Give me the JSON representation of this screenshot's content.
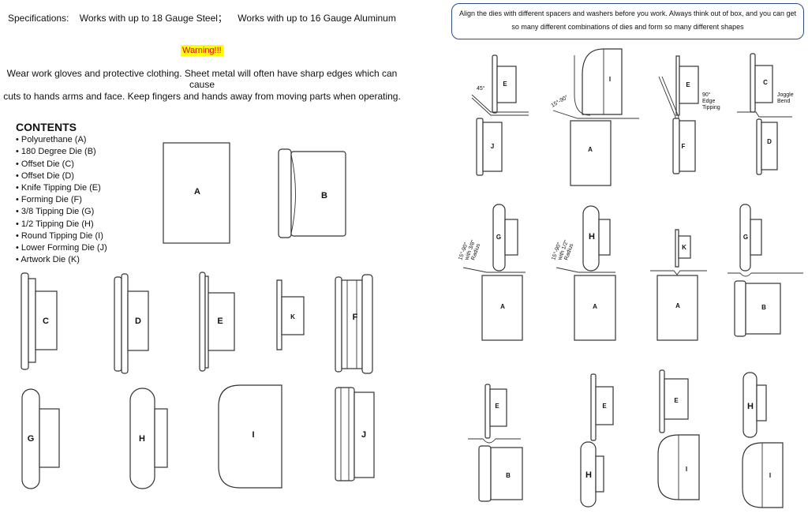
{
  "specs": {
    "label": "Specifications:",
    "steel": "Works with up to 18 Gauge Steel；",
    "aluminum": "Works with up to 16 Gauge Aluminum"
  },
  "warning": "Warning!!!",
  "safety": {
    "line1": "Wear work gloves and protective clothing. Sheet metal will often have sharp edges which can cause",
    "line2": "cuts to hands arms and face. Keep fingers and hands away from moving parts when operating."
  },
  "contents": {
    "title": "CONTENTS",
    "items": [
      "Polyurethane   (A)",
      "180 Degree  Die (B)",
      " Offset Die (C)",
      " Offset Die (D)",
      "Knife Tipping Die (E)",
      "Forming Die (F)",
      "3/8 Tipping Die (G)",
      "1/2 Tipping Die (H)",
      "Round Tipping Die (I)",
      "Lower Forming Die (J)",
      "Artwork Die (K)"
    ]
  },
  "tip": {
    "line1": "Align the dies with different spacers and washers before you work.     Always think out of box, and you can get",
    "line2": "so many different combinations of dies and form so many different shapes"
  },
  "parts": {
    "A": "A",
    "B": "B",
    "C": "C",
    "D": "D",
    "E": "E",
    "F": "F",
    "G": "G",
    "H": "H",
    "I": "I",
    "J": "J",
    "K": "K"
  },
  "annotations": {
    "deg45": "45°",
    "deg15_90": "15°-90°",
    "edge90_a": "90°",
    "edge90_b": "Edge",
    "edge90_c": "Tipping",
    "joggle_a": "Joggle",
    "joggle_b": "Bend",
    "r38_a": "15°-90°",
    "r38_b": "with 3/8\"",
    "r38_c": "Radius",
    "r12_a": "15°-90°",
    "r12_b": "with 1/2\"",
    "r12_c": "Radius"
  }
}
